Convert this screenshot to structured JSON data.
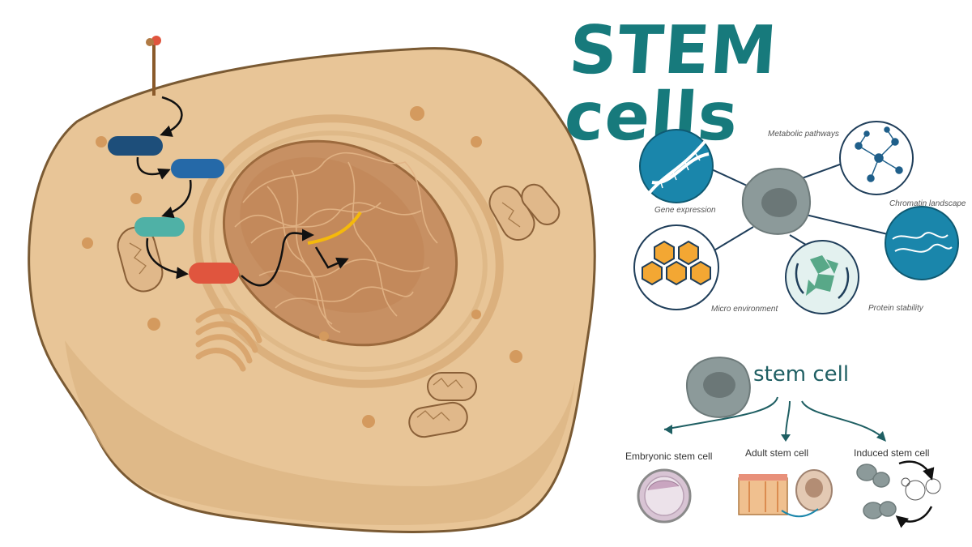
{
  "title": "STEM cells",
  "factors": {
    "gene_expression": "Gene expression",
    "metabolic_pathways": "Metabolic pathways",
    "chromatin_landscape": "Chromatin landscape",
    "micro_environment": "Micro environment",
    "protein_stability": "Protein stability"
  },
  "lineage": {
    "root": "stem cell",
    "embryonic": "Embryonic stem cell",
    "adult": "Adult stem cell",
    "induced": "Induced stem cell"
  },
  "colors": {
    "title": "#177a7c",
    "cytoplasm": "#e8c597",
    "nucleus": "#c79063",
    "pathway_1": "#1d4e7a",
    "pathway_2": "#2569a8",
    "pathway_3": "#4fb1a6",
    "pathway_4": "#e0553e",
    "factor_circle": "#1a86ab"
  }
}
